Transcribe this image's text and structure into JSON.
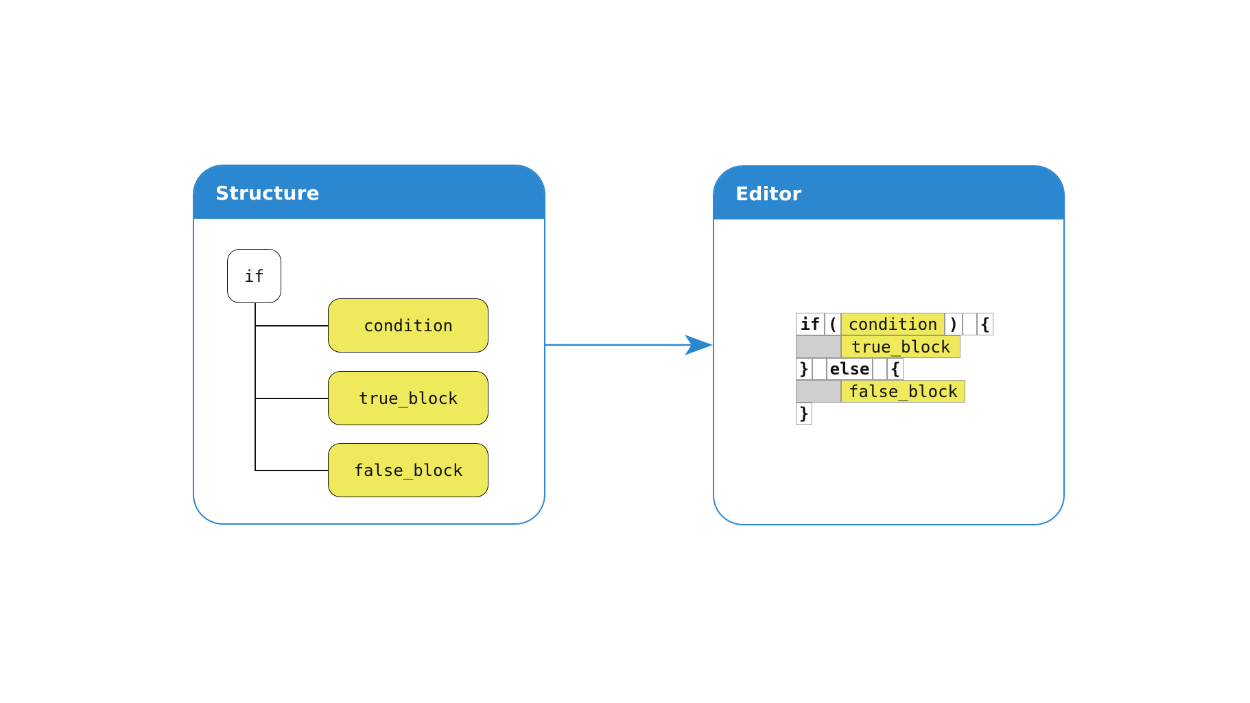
{
  "structure": {
    "title": "Structure",
    "root": "if",
    "children": [
      "condition",
      "true_block",
      "false_block"
    ]
  },
  "editor": {
    "title": "Editor",
    "tokens": {
      "if": "if",
      "open_paren": "(",
      "condition": "condition",
      "close_paren": ")",
      "open_brace_1": "{",
      "true_block": "true_block",
      "close_brace_1": "}",
      "else": "else",
      "open_brace_2": "{",
      "false_block": "false_block",
      "close_brace_2": "}"
    }
  },
  "colors": {
    "accent": "#2B87D0",
    "slot": "#EFEA5C",
    "indent": "#CFCFCF"
  }
}
